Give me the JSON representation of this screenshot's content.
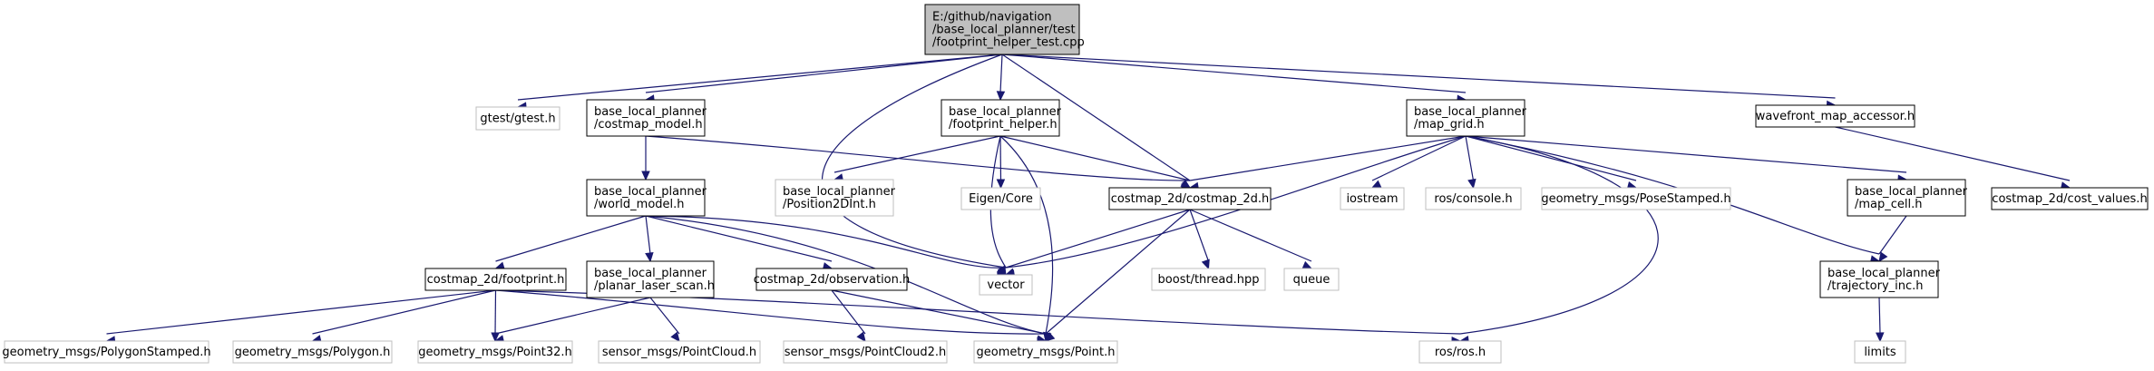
{
  "colors": {
    "edge": "#191970",
    "root_fill": "#bfbfbf",
    "internal_stroke": "#000000",
    "external_stroke": "#bfbfbf",
    "fill": "#ffffff",
    "text": "#000000"
  },
  "nodes": [
    {
      "id": "root",
      "kind": "root",
      "lines": [
        "E:/github/navigation",
        "/base_local_planner/test",
        "/footprint_helper_test.cpp"
      ]
    },
    {
      "id": "gtest",
      "kind": "external",
      "lines": [
        "gtest/gtest.h"
      ]
    },
    {
      "id": "costmap_model",
      "kind": "internal",
      "lines": [
        "base_local_planner",
        "/costmap_model.h"
      ]
    },
    {
      "id": "footprint_helper",
      "kind": "internal",
      "lines": [
        "base_local_planner",
        "/footprint_helper.h"
      ]
    },
    {
      "id": "map_grid",
      "kind": "internal",
      "lines": [
        "base_local_planner",
        "/map_grid.h"
      ]
    },
    {
      "id": "wavefront",
      "kind": "internal",
      "lines": [
        "wavefront_map_accessor.h"
      ]
    },
    {
      "id": "world_model",
      "kind": "internal",
      "lines": [
        "base_local_planner",
        "/world_model.h"
      ]
    },
    {
      "id": "position2dint",
      "kind": "external",
      "lines": [
        "base_local_planner",
        "/Position2DInt.h"
      ]
    },
    {
      "id": "eigen",
      "kind": "external",
      "lines": [
        "Eigen/Core"
      ]
    },
    {
      "id": "costmap_2d",
      "kind": "internal",
      "lines": [
        "costmap_2d/costmap_2d.h"
      ]
    },
    {
      "id": "iostream",
      "kind": "external",
      "lines": [
        "iostream"
      ]
    },
    {
      "id": "ros_console",
      "kind": "external",
      "lines": [
        "ros/console.h"
      ]
    },
    {
      "id": "pose_stamped",
      "kind": "external",
      "lines": [
        "geometry_msgs/PoseStamped.h"
      ]
    },
    {
      "id": "map_cell",
      "kind": "internal",
      "lines": [
        "base_local_planner",
        "/map_cell.h"
      ]
    },
    {
      "id": "cost_values",
      "kind": "internal",
      "lines": [
        "costmap_2d/cost_values.h"
      ]
    },
    {
      "id": "footprint",
      "kind": "internal",
      "lines": [
        "costmap_2d/footprint.h"
      ]
    },
    {
      "id": "planar_laser_scan",
      "kind": "internal",
      "lines": [
        "base_local_planner",
        "/planar_laser_scan.h"
      ]
    },
    {
      "id": "observation",
      "kind": "internal",
      "lines": [
        "costmap_2d/observation.h"
      ]
    },
    {
      "id": "vector",
      "kind": "external",
      "lines": [
        "vector"
      ]
    },
    {
      "id": "boost_thread",
      "kind": "external",
      "lines": [
        "boost/thread.hpp"
      ]
    },
    {
      "id": "queue",
      "kind": "external",
      "lines": [
        "queue"
      ]
    },
    {
      "id": "trajectory_inc",
      "kind": "internal",
      "lines": [
        "base_local_planner",
        "/trajectory_inc.h"
      ]
    },
    {
      "id": "polygon_stamped",
      "kind": "external",
      "lines": [
        "geometry_msgs/PolygonStamped.h"
      ]
    },
    {
      "id": "polygon",
      "kind": "external",
      "lines": [
        "geometry_msgs/Polygon.h"
      ]
    },
    {
      "id": "point32",
      "kind": "external",
      "lines": [
        "geometry_msgs/Point32.h"
      ]
    },
    {
      "id": "point_cloud",
      "kind": "external",
      "lines": [
        "sensor_msgs/PointCloud.h"
      ]
    },
    {
      "id": "point_cloud2",
      "kind": "external",
      "lines": [
        "sensor_msgs/PointCloud2.h"
      ]
    },
    {
      "id": "point",
      "kind": "external",
      "lines": [
        "geometry_msgs/Point.h"
      ]
    },
    {
      "id": "ros_h",
      "kind": "external",
      "lines": [
        "ros/ros.h"
      ]
    },
    {
      "id": "limits",
      "kind": "external",
      "lines": [
        "limits"
      ]
    }
  ],
  "edges": [
    [
      "root",
      "gtest"
    ],
    [
      "root",
      "costmap_model"
    ],
    [
      "root",
      "footprint_helper"
    ],
    [
      "root",
      "costmap_2d"
    ],
    [
      "root",
      "map_grid"
    ],
    [
      "root",
      "wavefront"
    ],
    [
      "root",
      "vector"
    ],
    [
      "costmap_model",
      "world_model"
    ],
    [
      "costmap_model",
      "costmap_2d"
    ],
    [
      "world_model",
      "footprint"
    ],
    [
      "world_model",
      "planar_laser_scan"
    ],
    [
      "world_model",
      "observation"
    ],
    [
      "world_model",
      "vector"
    ],
    [
      "world_model",
      "point"
    ],
    [
      "footprint_helper",
      "position2dint"
    ],
    [
      "footprint_helper",
      "eigen"
    ],
    [
      "footprint_helper",
      "costmap_2d"
    ],
    [
      "footprint_helper",
      "vector"
    ],
    [
      "footprint_helper",
      "point"
    ],
    [
      "costmap_2d",
      "vector"
    ],
    [
      "costmap_2d",
      "boost_thread"
    ],
    [
      "costmap_2d",
      "queue"
    ],
    [
      "costmap_2d",
      "point"
    ],
    [
      "map_grid",
      "costmap_2d"
    ],
    [
      "map_grid",
      "vector"
    ],
    [
      "map_grid",
      "iostream"
    ],
    [
      "map_grid",
      "ros_console"
    ],
    [
      "map_grid",
      "pose_stamped"
    ],
    [
      "map_grid",
      "map_cell"
    ],
    [
      "map_grid",
      "trajectory_inc"
    ],
    [
      "map_grid",
      "ros_h"
    ],
    [
      "map_cell",
      "trajectory_inc"
    ],
    [
      "trajectory_inc",
      "limits"
    ],
    [
      "wavefront",
      "cost_values"
    ],
    [
      "footprint",
      "polygon_stamped"
    ],
    [
      "footprint",
      "polygon"
    ],
    [
      "footprint",
      "point32"
    ],
    [
      "footprint",
      "point"
    ],
    [
      "footprint",
      "ros_h"
    ],
    [
      "planar_laser_scan",
      "point32"
    ],
    [
      "planar_laser_scan",
      "point_cloud"
    ],
    [
      "observation",
      "point_cloud2"
    ],
    [
      "observation",
      "point"
    ]
  ]
}
